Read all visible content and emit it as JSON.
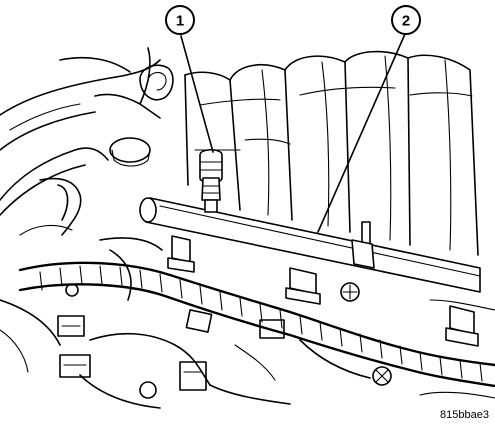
{
  "callouts": [
    {
      "number": "1"
    },
    {
      "number": "2"
    }
  ],
  "figure_id": "815bbae3"
}
